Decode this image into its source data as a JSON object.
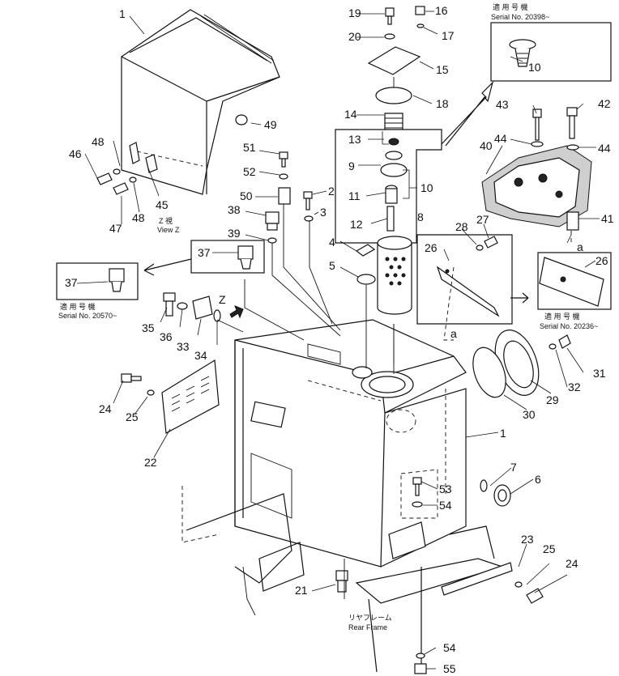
{
  "diagram": {
    "callouts": [
      "1",
      "1",
      "2",
      "3",
      "4",
      "5",
      "6",
      "7",
      "8",
      "9",
      "10",
      "10",
      "11",
      "12",
      "13",
      "14",
      "15",
      "16",
      "17",
      "18",
      "19",
      "20",
      "21",
      "22",
      "23",
      "24",
      "24",
      "25",
      "25",
      "26",
      "26",
      "27",
      "28",
      "29",
      "30",
      "31",
      "32",
      "33",
      "34",
      "35",
      "36",
      "37",
      "37",
      "38",
      "39",
      "40",
      "41",
      "42",
      "43",
      "44",
      "44",
      "45",
      "46",
      "47",
      "48",
      "48",
      "49",
      "50",
      "51",
      "52",
      "53",
      "54",
      "54",
      "55"
    ],
    "labels": {
      "serial_20398_jp": "適 用 号 機",
      "serial_20398": "Serial No. 20398~",
      "serial_20570_jp": "適 用 号 機",
      "serial_20570": "Serial No. 20570~",
      "serial_20236_jp": "適 用 号 機",
      "serial_20236": "Serial No. 20236~",
      "view_z_jp": "Z   視",
      "view_z": "View Z",
      "arrow_z": "Z",
      "point_a_1": "a",
      "point_a_2": "a",
      "rear_frame_jp": "リヤフレーム",
      "rear_frame": "Rear Frame"
    }
  }
}
